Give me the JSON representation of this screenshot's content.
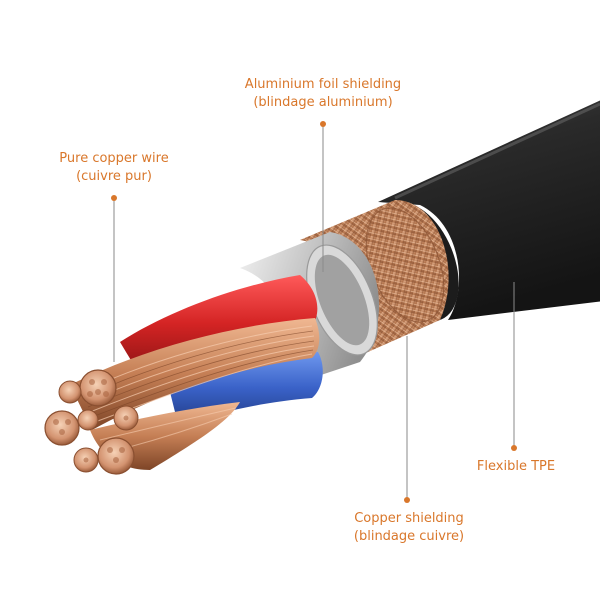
{
  "labels": {
    "copper_wire": {
      "line1": "Pure copper wire",
      "line2": "(cuivre pur)"
    },
    "aluminium": {
      "line1": "Aluminium foil shielding",
      "line2": "(blindage aluminium)"
    },
    "tpe": {
      "line1": "Flexible TPE"
    },
    "copper_shield": {
      "line1": "Copper shielding",
      "line2": "(blindage cuivre)"
    }
  },
  "colors": {
    "label_text": "#d9772b",
    "leader_line": "#8a8a8a",
    "jacket": "#2b2b2b",
    "copper": "#c98a5c",
    "foil": "#c9c9c9",
    "red_insulation": "#d42a2a",
    "blue_insulation": "#3f6fd3"
  }
}
